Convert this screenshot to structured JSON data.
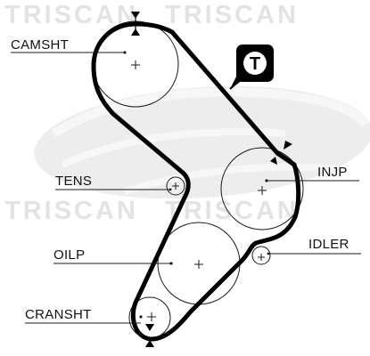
{
  "watermark": {
    "text": "TRISCAN",
    "color": "#e6e6e6"
  },
  "tensioner_badge": {
    "letter": "T",
    "fill": "#000000",
    "text_color": "#ffffff"
  },
  "labels": {
    "camshaft": "CAMSHT",
    "tensioner": "TENS",
    "injection_pump": "INJP",
    "oil_pump": "OILP",
    "idler": "IDLER",
    "crankshaft": "CRANSHT"
  },
  "colors": {
    "belt": "#000000",
    "lines": "#1a1a1a",
    "background": "#ffffff"
  },
  "icons": {
    "timing_mark": "triangle-marker-icon",
    "tensioner": "tensioner-badge-icon"
  }
}
